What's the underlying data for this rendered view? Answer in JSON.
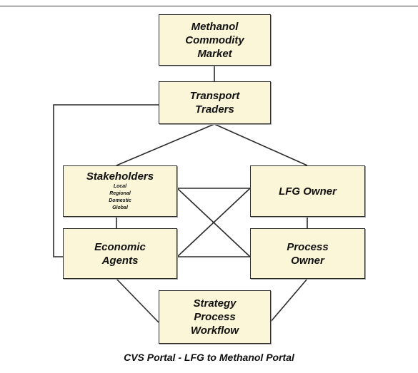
{
  "nodes": {
    "market": {
      "lines": [
        "Methanol",
        "Commodity",
        "Market"
      ]
    },
    "traders": {
      "lines": [
        "Transport",
        "Traders"
      ]
    },
    "stakeholders": {
      "title": "Stakeholders",
      "sub": [
        "Local",
        "Regional",
        "Domestic",
        "Global"
      ]
    },
    "lfg_owner": {
      "lines": [
        "LFG Owner"
      ]
    },
    "economic_agents": {
      "lines": [
        "Economic",
        "Agents"
      ]
    },
    "process_owner": {
      "lines": [
        "Process",
        "Owner"
      ]
    },
    "strategy": {
      "lines": [
        "Strategy",
        "Process",
        "Workflow"
      ]
    }
  },
  "caption": "CVS Portal - LFG to Methanol Portal"
}
